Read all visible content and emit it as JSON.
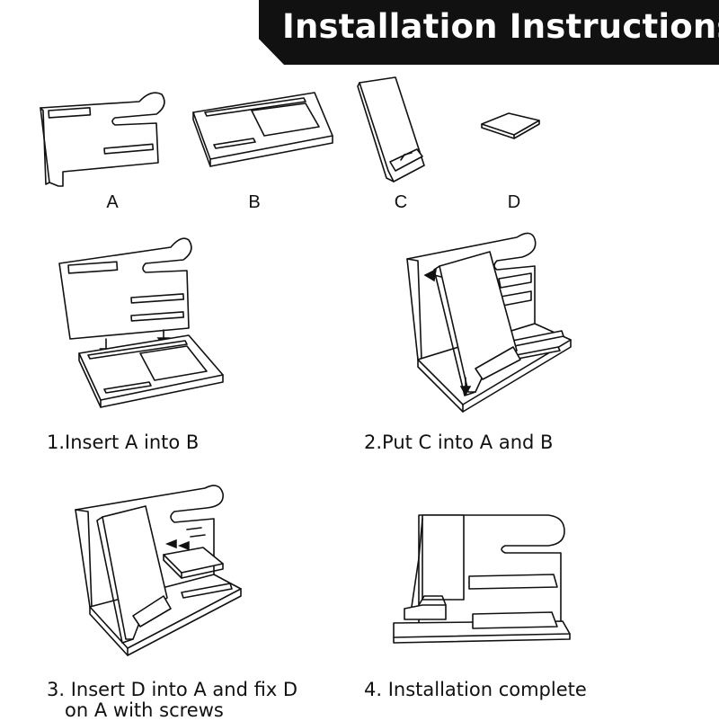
{
  "header": {
    "title": "Installation Instructions"
  },
  "parts": [
    {
      "label": "A"
    },
    {
      "label": "B"
    },
    {
      "label": "C"
    },
    {
      "label": "D"
    }
  ],
  "steps": [
    {
      "caption": "1.Insert A into B"
    },
    {
      "caption": "2.Put C into A and B"
    },
    {
      "caption": "3. Insert D into A and fix D\n   on A with screws"
    },
    {
      "caption": "4. Installation complete"
    }
  ],
  "colors": {
    "banner": "#111111",
    "banner_text": "#ffffff",
    "line": "#111111",
    "background": "#ffffff"
  }
}
